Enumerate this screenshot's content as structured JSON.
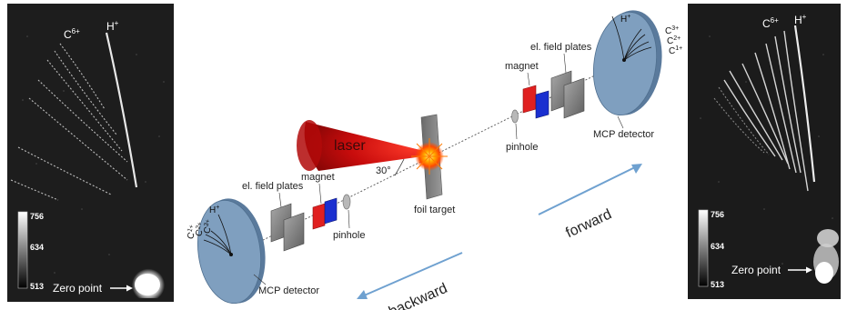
{
  "left_image": {
    "ion_labels": {
      "carbon": "C6+",
      "carbon_base": "C",
      "carbon_sup": "6+",
      "proton": "H+",
      "proton_base": "H",
      "proton_sup": "+"
    },
    "colorbar_ticks": [
      "756",
      "634",
      "513"
    ],
    "zero_point_label": "Zero point"
  },
  "right_image": {
    "ion_labels": {
      "carbon": "C6+",
      "carbon_base": "C",
      "carbon_sup": "6+",
      "proton": "H+",
      "proton_base": "H",
      "proton_sup": "+"
    },
    "colorbar_ticks": [
      "756",
      "634",
      "513"
    ],
    "zero_point_label": "Zero point"
  },
  "setup": {
    "laser_label": "laser",
    "angle_label": "30°",
    "foil_label": "foil target",
    "forward": {
      "pinhole": "pinhole",
      "magnet": "magnet",
      "plates": "el. field plates",
      "detector": "MCP detector",
      "ions_h": "H",
      "ions_h_sup": "+",
      "ions_c3": "C",
      "ions_c3_sup": "3+",
      "ions_c2": "C",
      "ions_c2_sup": "2+",
      "ions_c1": "C",
      "ions_c1_sup": "1+",
      "direction": "forward"
    },
    "backward": {
      "pinhole": "pinhole",
      "magnet": "magnet",
      "plates": "el. field plates",
      "detector": "MCP detector",
      "ions_h": "H",
      "ions_h_sup": "+",
      "ions_c3": "C",
      "ions_c3_sup": "3+",
      "ions_c2": "C",
      "ions_c2_sup": "2+",
      "ions_c1": "C",
      "ions_c1_sup": "1+",
      "direction": "backward"
    }
  },
  "colors": {
    "panel_bg": "#1c1c1c",
    "trace": "#e6e6e6",
    "detector_fill": "#7f9fbf",
    "detector_edge": "#5a7a9c",
    "laser": "#d01010",
    "magnet_red": "#e02020",
    "magnet_blue": "#1a2fd0",
    "plate": "#8a8a8a",
    "arrow": "#6fa1d0"
  }
}
